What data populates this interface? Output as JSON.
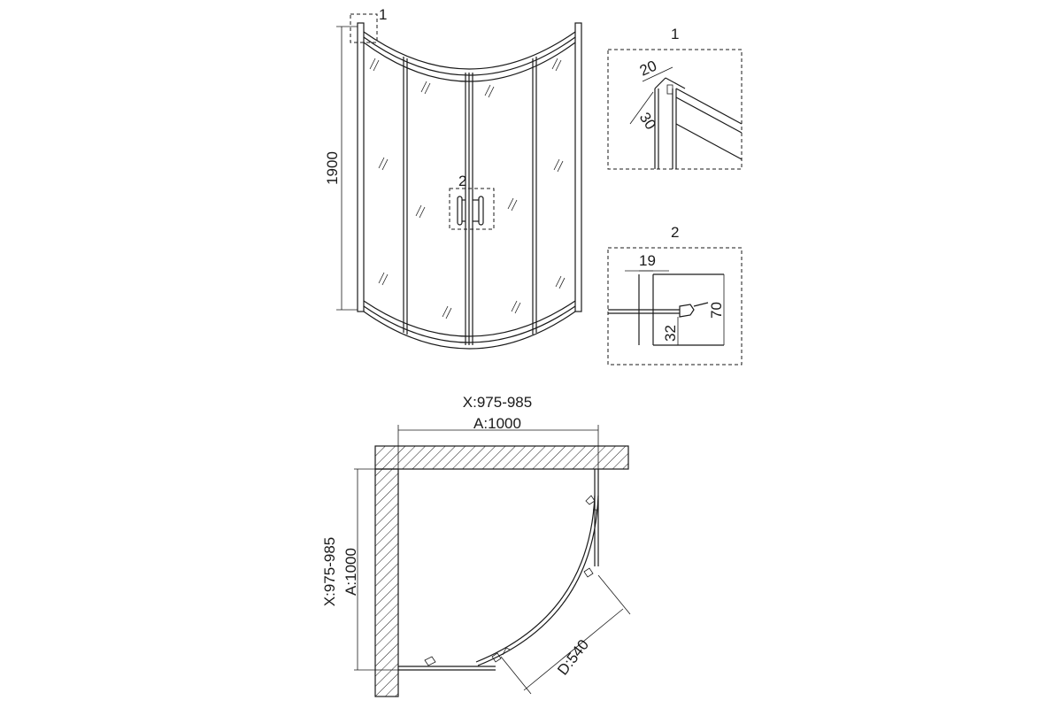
{
  "front_view": {
    "height_label": "1900",
    "detail1_marker": "1",
    "detail2_marker": "2"
  },
  "detail1": {
    "title": "1",
    "dim_a": "20",
    "dim_b": "30"
  },
  "detail2": {
    "title": "2",
    "dim_a": "19",
    "dim_b": "70",
    "dim_c": "32"
  },
  "plan_view": {
    "x_range_top": "X:975-985",
    "a_top": "A:1000",
    "x_range_left": "X:975-985",
    "a_left": "A:1000",
    "door_label": "D:540"
  },
  "colors": {
    "ink": "#1a1a1a",
    "background": "#ffffff"
  }
}
